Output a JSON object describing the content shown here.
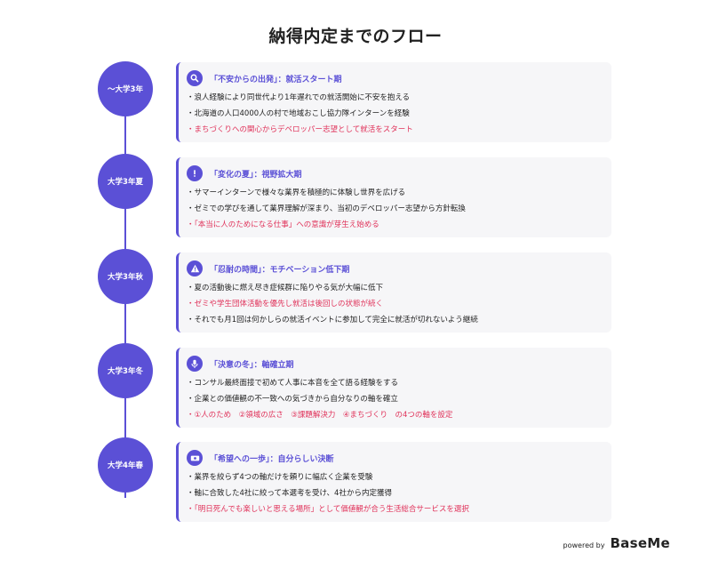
{
  "title": "納得内定までのフロー",
  "stages": [
    {
      "label": "〜大学3年",
      "icon": "search-icon",
      "heading": "「不安からの出発」：就活スタート期",
      "bullets": [
        {
          "text": "・浪人経験により同世代より1年遅れでの就活開始に不安を抱える",
          "highlight": false
        },
        {
          "text": "・北海道の人口4000人の村で地域おこし協力隊インターンを経験",
          "highlight": false
        },
        {
          "text": "・まちづくりへの関心からデベロッパー志望として就活をスタート",
          "highlight": true
        }
      ]
    },
    {
      "label": "大学3年夏",
      "icon": "exclamation-icon",
      "heading": "「変化の夏」：視野拡大期",
      "bullets": [
        {
          "text": "・サマーインターンで様々な業界を積極的に体験し世界を広げる",
          "highlight": false
        },
        {
          "text": "・ゼミでの学びを通して業界理解が深まり、当初のデベロッパー志望から方針転換",
          "highlight": false
        },
        {
          "text": "・「本当に人のためになる仕事」への意識が芽生え始める",
          "highlight": true
        }
      ]
    },
    {
      "label": "大学3年秋",
      "icon": "warning-icon",
      "heading": "「忍耐の時間」：モチベーション低下期",
      "bullets": [
        {
          "text": "・夏の活動後に燃え尽き症候群に陥りやる気が大幅に低下",
          "highlight": false
        },
        {
          "text": "・ゼミや学生団体活動を優先し就活は後回しの状態が続く",
          "highlight": true
        },
        {
          "text": "・それでも月1回は何かしらの就活イベントに参加して完全に就活が切れないよう継続",
          "highlight": false
        }
      ]
    },
    {
      "label": "大学3年冬",
      "icon": "microphone-icon",
      "heading": "「決意の冬」：軸確立期",
      "bullets": [
        {
          "text": "・コンサル最終面接で初めて人事に本音を全て語る経験をする",
          "highlight": false
        },
        {
          "text": "・企業との価値観の不一致への気づきから自分なりの軸を確立",
          "highlight": false
        },
        {
          "text": "・①人のため　②領域の広さ　③課題解決力　④まちづくり　の4つの軸を設定",
          "highlight": true
        }
      ]
    },
    {
      "label": "大学4年春",
      "icon": "ticket-icon",
      "heading": "「希望への一歩」：自分らしい決断",
      "bullets": [
        {
          "text": "・業界を絞らず4つの軸だけを頼りに幅広く企業を受験",
          "highlight": false
        },
        {
          "text": "・軸に合致した4社に絞って本選考を受け、4社から内定獲得",
          "highlight": false
        },
        {
          "text": "・「明日死んでも楽しいと思える場所」として価値観が合う生活総合サービスを選択",
          "highlight": true
        }
      ]
    }
  ],
  "footer": {
    "powered_by": "powered by",
    "brand": "BaseMe"
  },
  "colors": {
    "accent": "#5b50d6",
    "highlight": "#e0325a",
    "card_bg": "#f6f6f8"
  }
}
